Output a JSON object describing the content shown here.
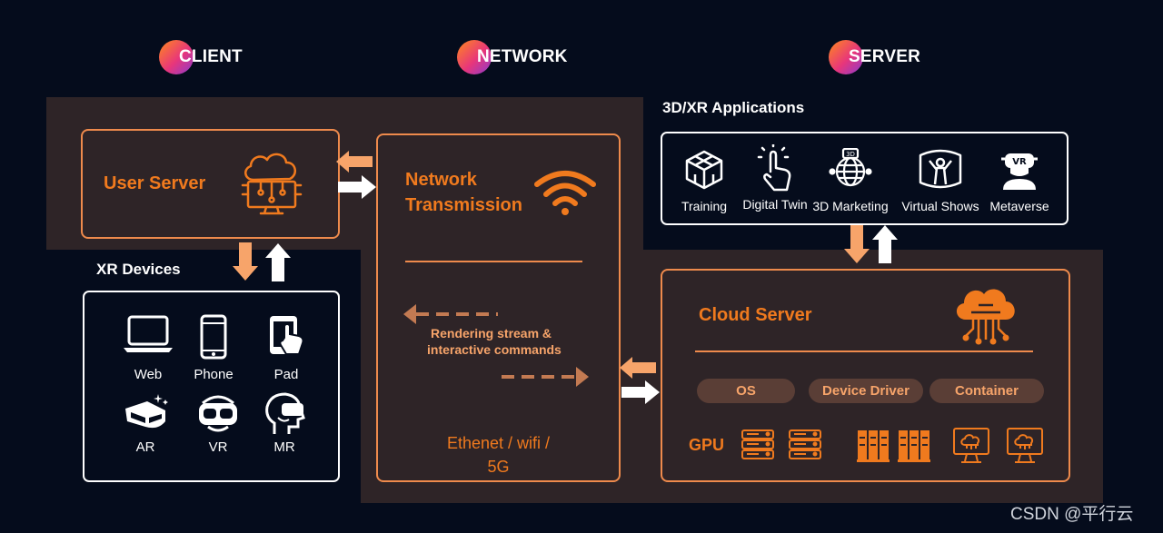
{
  "headers": {
    "client": "CLIENT",
    "network": "NETWORK",
    "server": "SERVER"
  },
  "client": {
    "user_server": "User Server",
    "xr_devices_title": "XR Devices",
    "devices": [
      "Web",
      "Phone",
      "Pad",
      "AR",
      "VR",
      "MR"
    ]
  },
  "network": {
    "title_line1": "Network",
    "title_line2": "Transmission",
    "stream_line1": "Rendering stream &",
    "stream_line2": "interactive commands",
    "media_line1": "Ethenet / wifi /",
    "media_line2": "5G"
  },
  "server": {
    "apps_title": "3D/XR Applications",
    "apps": [
      "Training",
      "Digital Twin",
      "3D Marketing",
      "Virtual Shows",
      "Metaverse"
    ],
    "cloud_server": "Cloud Server",
    "tags": [
      "OS",
      "Device Driver",
      "Container"
    ],
    "gpu": "GPU"
  },
  "watermark": "CSDN @平行云",
  "icons": [
    "cloud-computer-icon",
    "wifi-icon",
    "cloud-network-icon",
    "laptop-icon",
    "phone-icon",
    "tablet-touch-icon",
    "ar-glasses-icon",
    "vr-headset-icon",
    "mr-headset-icon",
    "training-cubes-icon",
    "touch-hand-icon",
    "globe-3d-icon",
    "virtual-show-icon",
    "metaverse-vr-icon",
    "gpu-server-icon",
    "gpu-rack-icon",
    "gpu-monitor-icon"
  ],
  "colors": {
    "background": "#050c1c",
    "panel": "#2e2427",
    "accent": "#f07a1e",
    "box_border": "#ee8a4c",
    "tag_bg": "#5a3e36"
  }
}
